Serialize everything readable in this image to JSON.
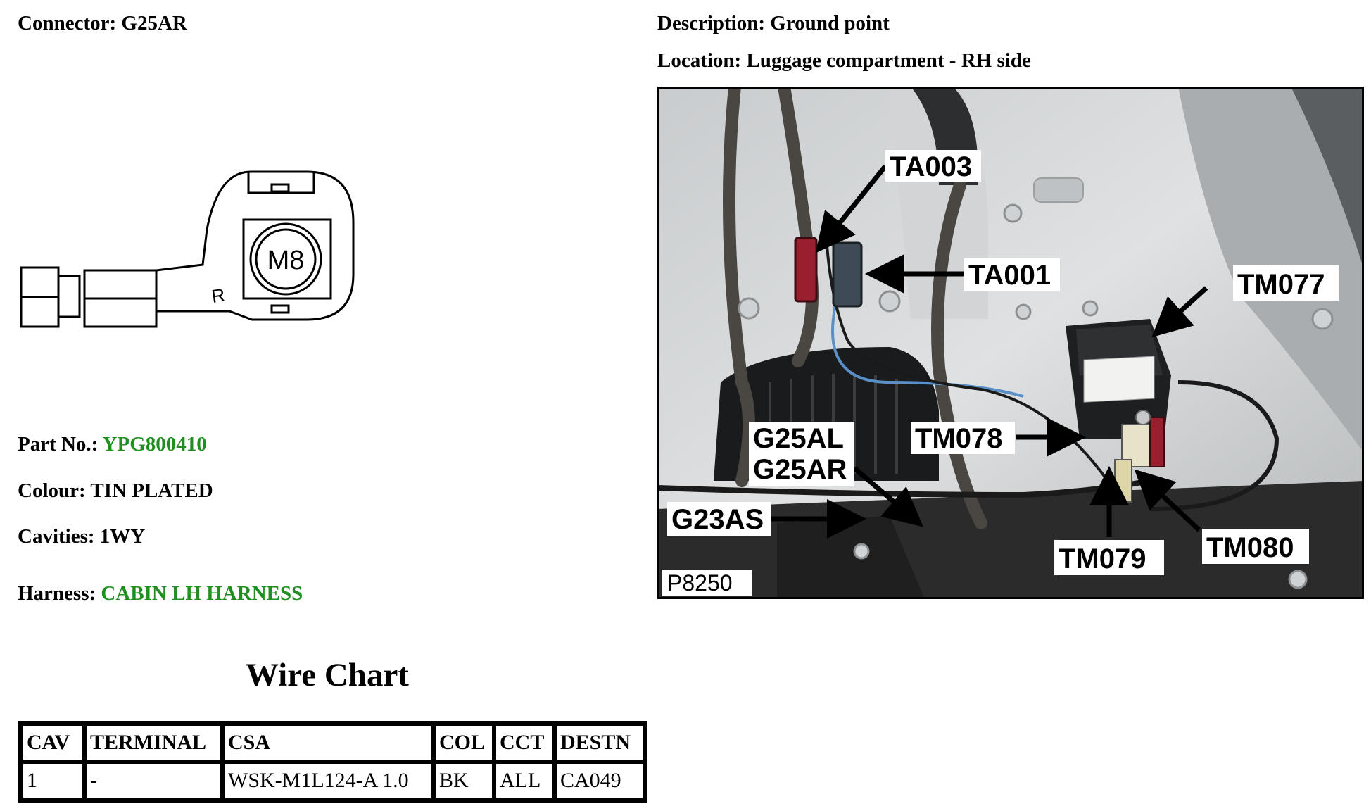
{
  "connector": {
    "label": "Connector:",
    "value": "G25AR"
  },
  "description": {
    "label": "Description:",
    "value": "Ground point"
  },
  "location": {
    "label": "Location:",
    "value": "Luggage compartment - RH side"
  },
  "drawing": {
    "stud_label": "M8",
    "mark": "R"
  },
  "details": {
    "part_no": {
      "label": "Part No.:",
      "value": "YPG800410"
    },
    "colour": {
      "label": "Colour:",
      "value": "TIN PLATED"
    },
    "cavities": {
      "label": "Cavities:",
      "value": "1WY"
    },
    "harness": {
      "label": "Harness:",
      "value": "CABIN LH HARNESS"
    }
  },
  "wire_chart": {
    "title": "Wire Chart",
    "headers": [
      "CAV",
      "TERMINAL",
      "CSA",
      "COL",
      "CCT",
      "DESTN"
    ],
    "rows": [
      [
        "1",
        "-",
        "WSK-M1L124-A 1.0",
        "BK",
        "ALL",
        "CA049"
      ]
    ]
  },
  "photo": {
    "reference": "P8250",
    "callouts": {
      "ta003": "TA003",
      "ta001": "TA001",
      "tm077": "TM077",
      "tm078": "TM078",
      "g25al": "G25AL",
      "g25ar": "G25AR",
      "g23as": "G23AS",
      "tm079": "TM079",
      "tm080": "TM080"
    }
  },
  "colors": {
    "link_green": "#1f8f1f"
  }
}
